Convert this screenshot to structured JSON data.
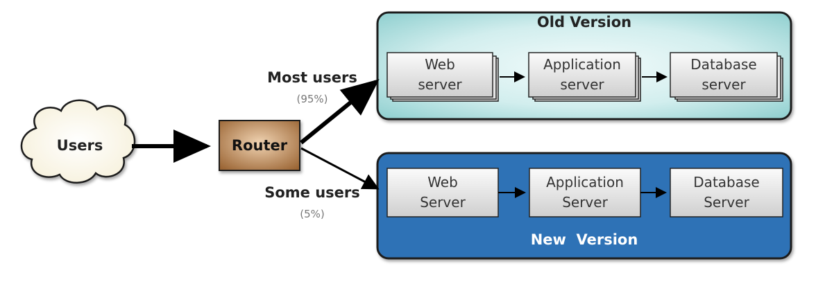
{
  "users": {
    "label": "Users"
  },
  "router": {
    "label": "Router"
  },
  "routes": {
    "most": {
      "label": "Most users",
      "share": "(95%)"
    },
    "some": {
      "label": "Some users",
      "share": "(5%)"
    }
  },
  "old_version": {
    "title": "Old Version",
    "servers": [
      {
        "label": "Web\nserver"
      },
      {
        "label": "Application\nserver"
      },
      {
        "label": "Database\nserver"
      }
    ]
  },
  "new_version": {
    "title": "New  Version",
    "servers": [
      {
        "label": "Web\nServer"
      },
      {
        "label": "Application\nServer"
      },
      {
        "label": "Database\nServer"
      }
    ]
  },
  "colors": {
    "old_bg_light": "#eaf7f7",
    "old_bg_dark": "#9fd6d6",
    "new_bg": "#2f72b6",
    "router_light": "#d9b48d",
    "router_dark": "#a66f3f",
    "server_light": "#fafafa",
    "server_dark": "#d2d2d2"
  }
}
